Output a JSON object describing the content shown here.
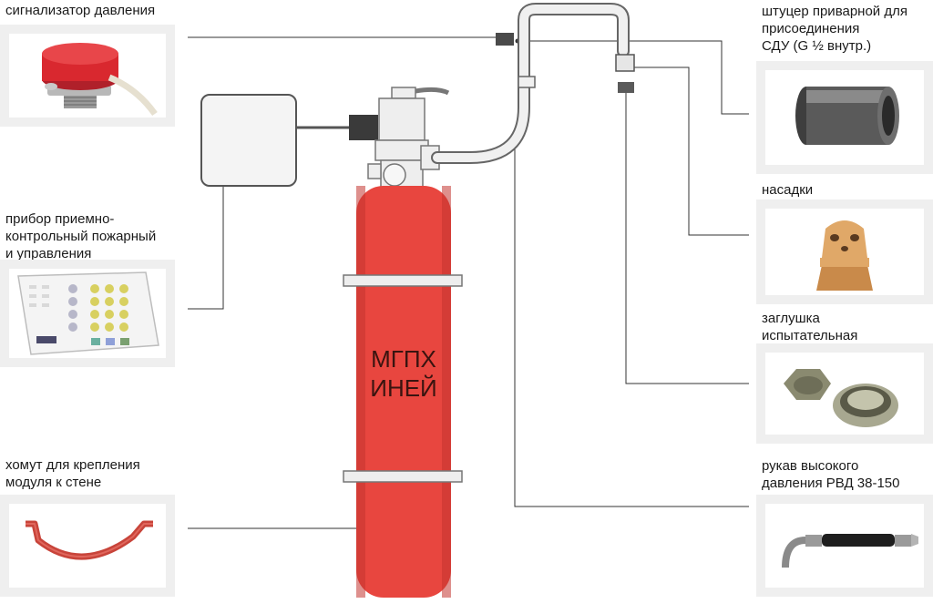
{
  "components": {
    "pressure_switch": "сигнализатор давления",
    "control_panel": "прибор приемно-\nконтрольный пожарный\nи управления",
    "wall_clamp": "хомут для крепления\nмодуля к стене",
    "weld_fitting": "штуцер приварной для\nприсоединения\nСДУ (G ½ внутр.)",
    "nozzles": "насадки",
    "test_plug": "заглушка\nиспытательная",
    "hose": "рукав высокого\nдавления РВД 38-150"
  },
  "cylinder": {
    "label": "МГПХ\nИНЕЙ",
    "color": "#e8463f"
  },
  "colors": {
    "line": "#333333",
    "card_border": "#efefef",
    "clamp": "#c8443a",
    "brass": "#d9a066",
    "steel": "#777777"
  }
}
